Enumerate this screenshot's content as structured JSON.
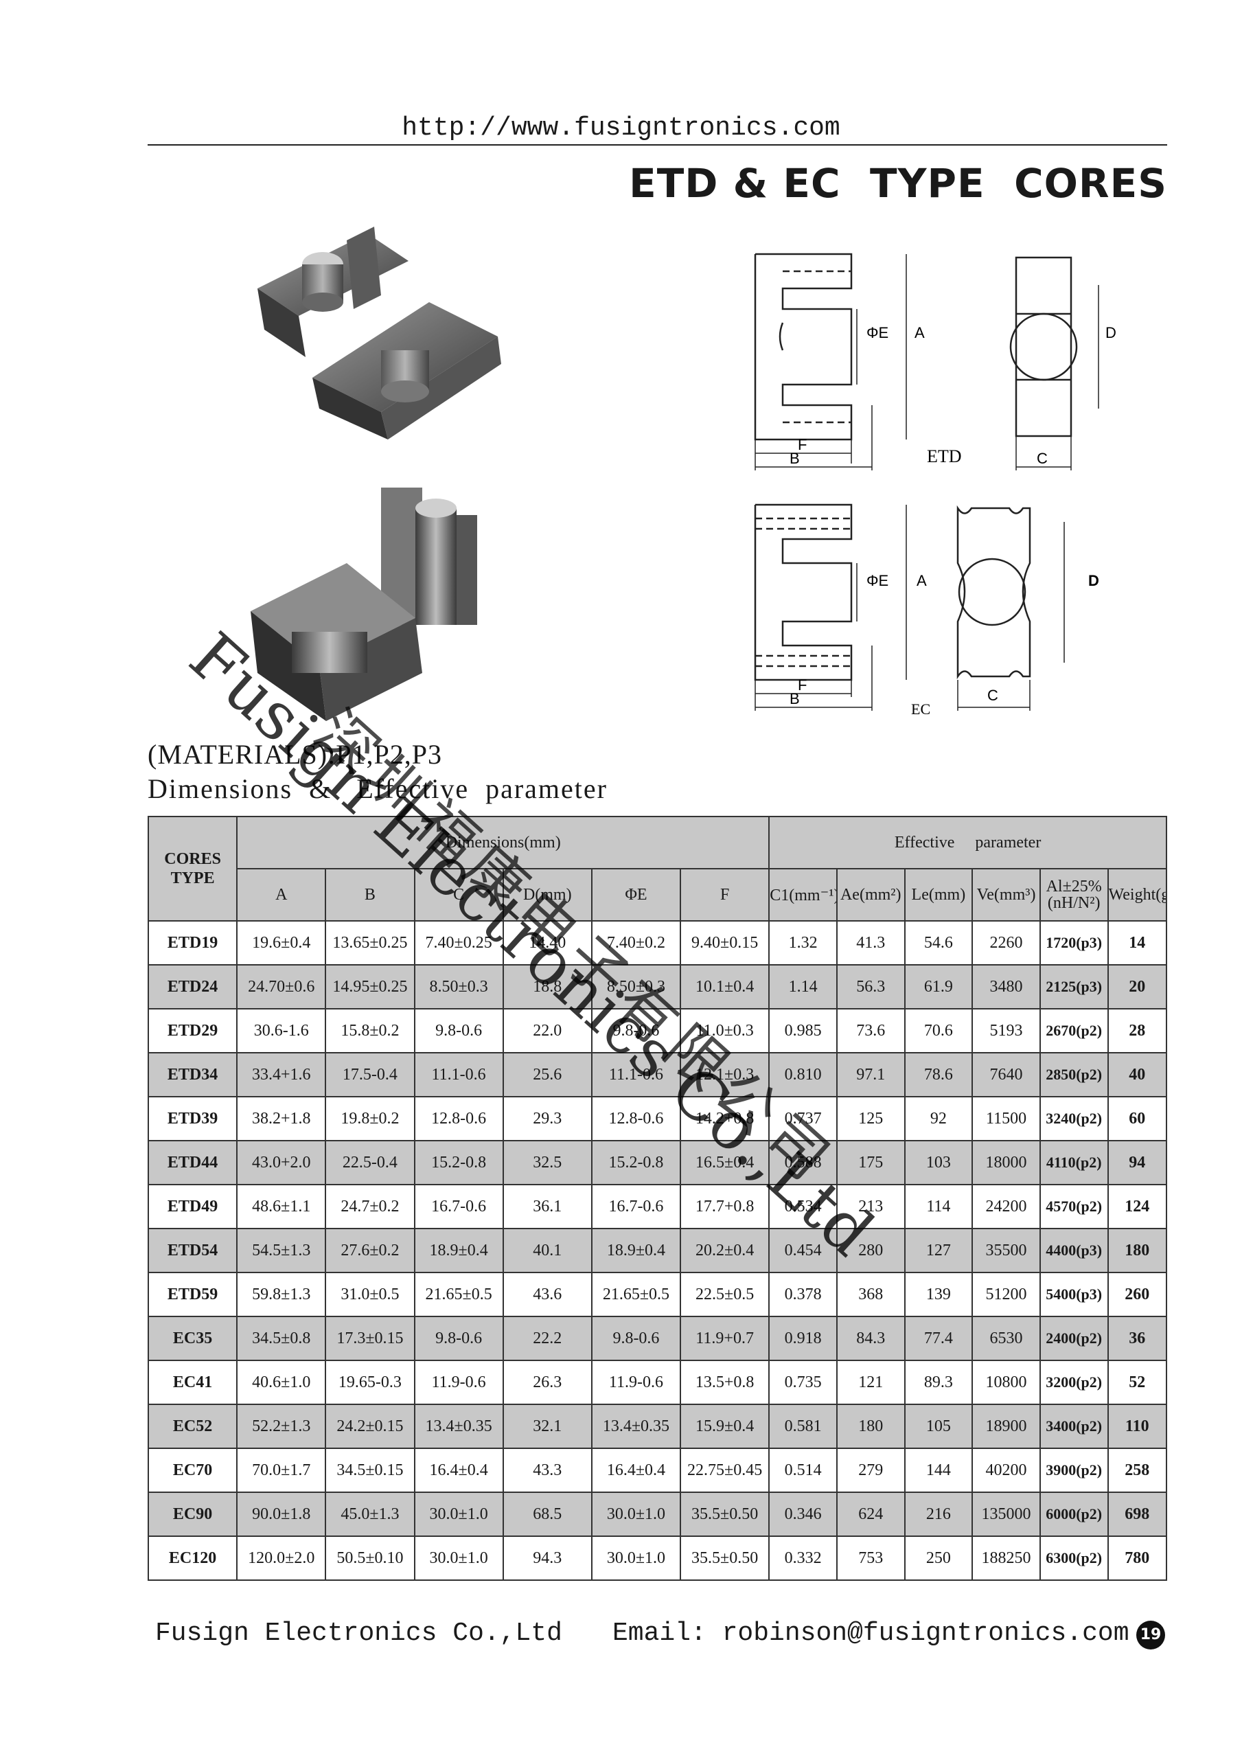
{
  "header": {
    "url": "http://www.fusigntronics.com",
    "title": "ETD & EC  TYPE  CORES"
  },
  "drawings": {
    "etd": {
      "label": "ETD",
      "labels": {
        "phi_e": "ΦE",
        "a": "A",
        "d": "D",
        "f": "F",
        "b": "B",
        "c": "C"
      }
    },
    "ec": {
      "label": "EC",
      "labels": {
        "phi_e": "ΦE",
        "a": "A",
        "d": "D",
        "f": "F",
        "b": "B",
        "c": "C"
      }
    }
  },
  "materials": "(MATERIALS):P1,P2,P3",
  "subtitle": "Dimensions  &   Effective  parameter",
  "table": {
    "header": {
      "cores_type": "CORES TYPE",
      "dimensions": "Dimensions(mm)",
      "effective": "Effective     parameter",
      "cols": {
        "a": "A",
        "b": "B",
        "c": "C",
        "d": "D(mm)",
        "phi_e": "ΦE",
        "f": "F",
        "c1": "C1(mm⁻¹)",
        "ae": "Ae(mm²)",
        "le": "Le(mm)",
        "ve": "Ve(mm³)",
        "al_line1": "Al±25%",
        "al_line2": "(nH/N²)",
        "weight": "Weight(g)"
      }
    },
    "rows": [
      [
        "ETD19",
        "19.6±0.4",
        "13.65±0.25",
        "7.40±0.25",
        "14.40",
        "7.40±0.2",
        "9.40±0.15",
        "1.32",
        "41.3",
        "54.6",
        "2260",
        "1720(p3)",
        "14"
      ],
      [
        "ETD24",
        "24.70±0.6",
        "14.95±0.25",
        "8.50±0.3",
        "18.8",
        "8.50±0.3",
        "10.1±0.4",
        "1.14",
        "56.3",
        "61.9",
        "3480",
        "2125(p3)",
        "20"
      ],
      [
        "ETD29",
        "30.6-1.6",
        "15.8±0.2",
        "9.8-0.6",
        "22.0",
        "9.8-0.6",
        "11.0±0.3",
        "0.985",
        "73.6",
        "70.6",
        "5193",
        "2670(p2)",
        "28"
      ],
      [
        "ETD34",
        "33.4+1.6",
        "17.5-0.4",
        "11.1-0.6",
        "25.6",
        "11.1-0.6",
        "12.1±0.3",
        "0.810",
        "97.1",
        "78.6",
        "7640",
        "2850(p2)",
        "40"
      ],
      [
        "ETD39",
        "38.2+1.8",
        "19.8±0.2",
        "12.8-0.6",
        "29.3",
        "12.8-0.6",
        "14.2+0.8",
        "0.737",
        "125",
        "92",
        "11500",
        "3240(p2)",
        "60"
      ],
      [
        "ETD44",
        "43.0+2.0",
        "22.5-0.4",
        "15.2-0.8",
        "32.5",
        "15.2-0.8",
        "16.5±0.4",
        "0.588",
        "175",
        "103",
        "18000",
        "4110(p2)",
        "94"
      ],
      [
        "ETD49",
        "48.6±1.1",
        "24.7±0.2",
        "16.7-0.6",
        "36.1",
        "16.7-0.6",
        "17.7+0.8",
        "0.534",
        "213",
        "114",
        "24200",
        "4570(p2)",
        "124"
      ],
      [
        "ETD54",
        "54.5±1.3",
        "27.6±0.2",
        "18.9±0.4",
        "40.1",
        "18.9±0.4",
        "20.2±0.4",
        "0.454",
        "280",
        "127",
        "35500",
        "4400(p3)",
        "180"
      ],
      [
        "ETD59",
        "59.8±1.3",
        "31.0±0.5",
        "21.65±0.5",
        "43.6",
        "21.65±0.5",
        "22.5±0.5",
        "0.378",
        "368",
        "139",
        "51200",
        "5400(p3)",
        "260"
      ],
      [
        "EC35",
        "34.5±0.8",
        "17.3±0.15",
        "9.8-0.6",
        "22.2",
        "9.8-0.6",
        "11.9+0.7",
        "0.918",
        "84.3",
        "77.4",
        "6530",
        "2400(p2)",
        "36"
      ],
      [
        "EC41",
        "40.6±1.0",
        "19.65-0.3",
        "11.9-0.6",
        "26.3",
        "11.9-0.6",
        "13.5+0.8",
        "0.735",
        "121",
        "89.3",
        "10800",
        "3200(p2)",
        "52"
      ],
      [
        "EC52",
        "52.2±1.3",
        "24.2±0.15",
        "13.4±0.35",
        "32.1",
        "13.4±0.35",
        "15.9±0.4",
        "0.581",
        "180",
        "105",
        "18900",
        "3400(p2)",
        "110"
      ],
      [
        "EC70",
        "70.0±1.7",
        "34.5±0.15",
        "16.4±0.4",
        "43.3",
        "16.4±0.4",
        "22.75±0.45",
        "0.514",
        "279",
        "144",
        "40200",
        "3900(p2)",
        "258"
      ],
      [
        "EC90",
        "90.0±1.8",
        "45.0±1.3",
        "30.0±1.0",
        "68.5",
        "30.0±1.0",
        "35.5±0.50",
        "0.346",
        "624",
        "216",
        "135000",
        "6000(p2)",
        "698"
      ],
      [
        "EC120",
        "120.0±2.0",
        "50.5±0.10",
        "30.0±1.0",
        "94.3",
        "30.0±1.0",
        "35.5±0.50",
        "0.332",
        "753",
        "250",
        "188250",
        "6300(p2)",
        "780"
      ]
    ]
  },
  "watermark": {
    "en": "Fusign Electronics Co.,Ltd",
    "cn": "深圳福康电子有限公司"
  },
  "footer": {
    "company": "Fusign Electronics Co.,Ltd",
    "email": "Email: robinson@fusigntronics.com",
    "page": "19"
  }
}
